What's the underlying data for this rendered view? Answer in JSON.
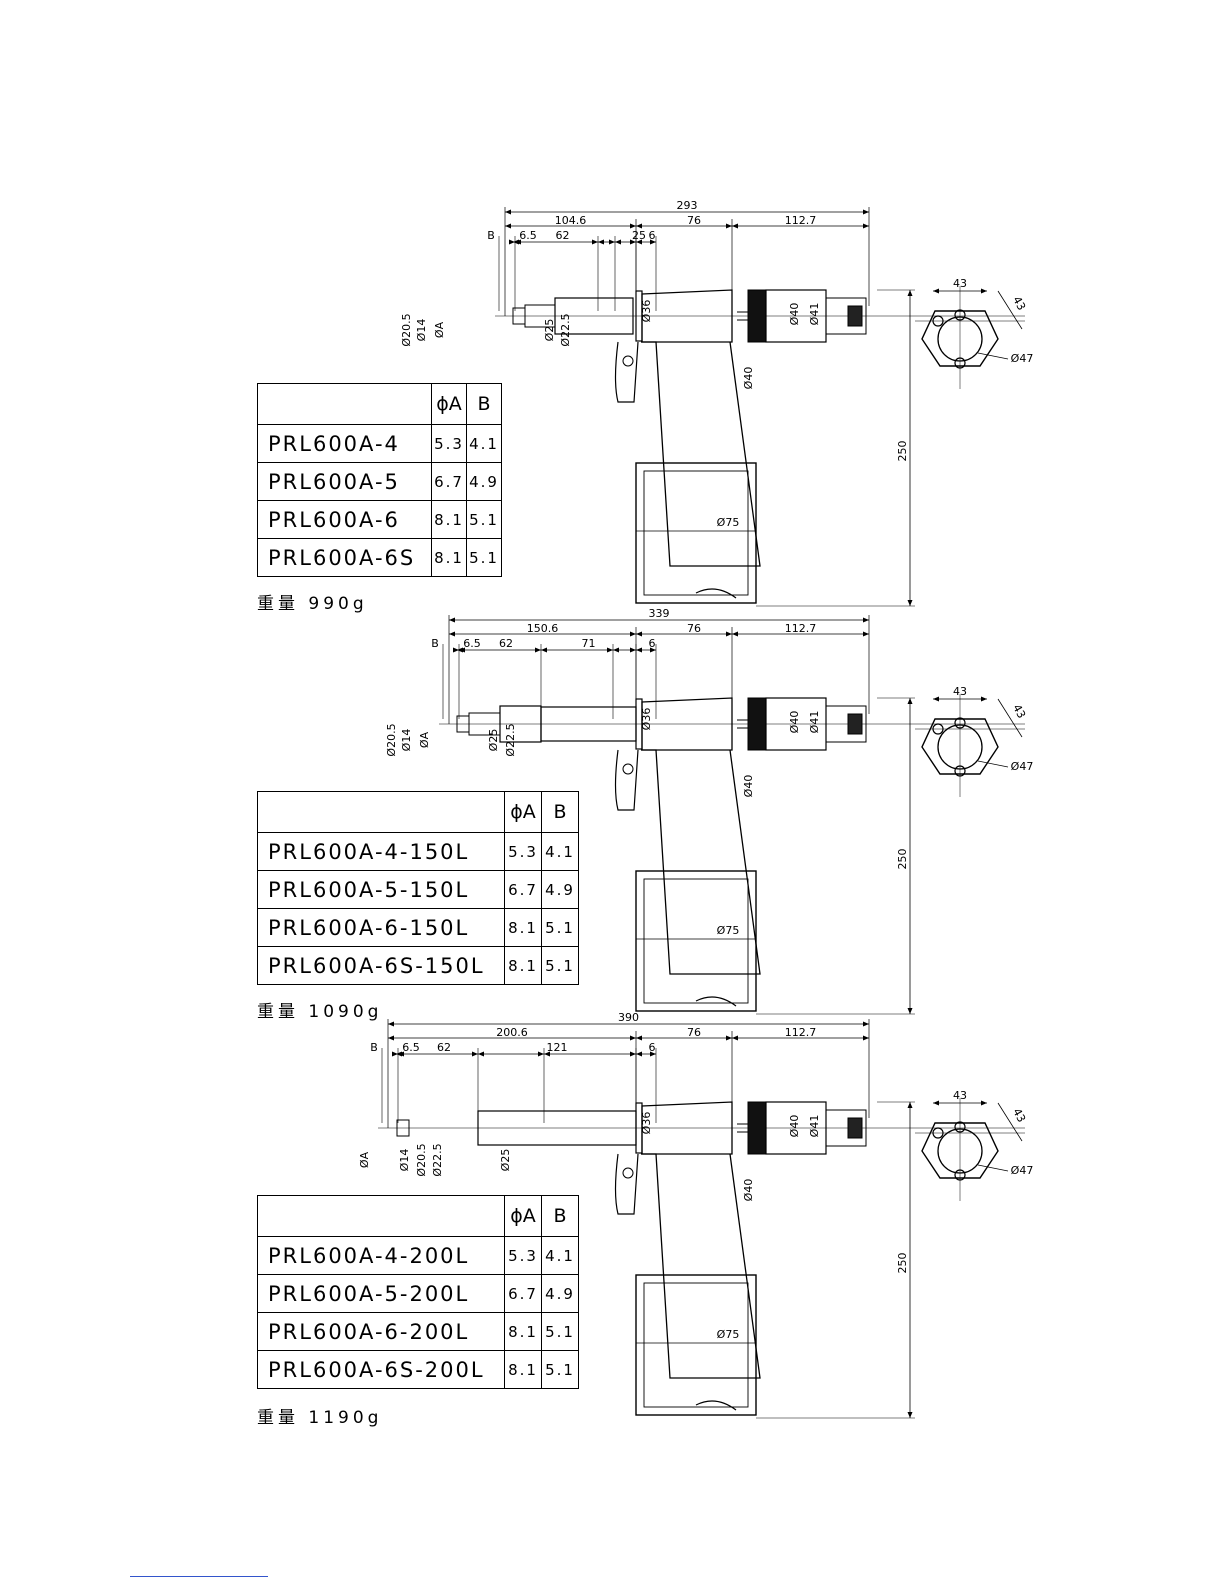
{
  "views": [
    {
      "overall": "293",
      "segments": [
        "104.6",
        "76",
        "112.7"
      ],
      "sub_segments": [
        "B",
        "6.5",
        "62",
        "25",
        "6"
      ],
      "dia_labels": [
        "Ø20.5",
        "Ø14",
        "ØA",
        "Ø25",
        "Ø22.5",
        "Ø36",
        "Ø40",
        "Ø41",
        "Ø40"
      ],
      "grip_dia": "Ø75",
      "height": "250",
      "end_view": {
        "width": "43",
        "diag": "43",
        "dia": "Ø47"
      },
      "table": {
        "header": [
          "ϕA",
          "B"
        ],
        "rows": [
          {
            "model": "PRL600A-4",
            "a": "5.3",
            "b": "4.1"
          },
          {
            "model": "PRL600A-5",
            "a": "6.7",
            "b": "4.9"
          },
          {
            "model": "PRL600A-6",
            "a": "8.1",
            "b": "5.1"
          },
          {
            "model": "PRL600A-6S",
            "a": "8.1",
            "b": "5.1"
          }
        ]
      },
      "weight": "重量 990g"
    },
    {
      "overall": "339",
      "segments": [
        "150.6",
        "76",
        "112.7"
      ],
      "sub_segments": [
        "B",
        "6.5",
        "62",
        "71",
        "6"
      ],
      "dia_labels": [
        "Ø20.5",
        "Ø14",
        "ØA",
        "Ø25",
        "Ø22.5",
        "Ø36",
        "Ø40",
        "Ø41",
        "Ø40"
      ],
      "grip_dia": "Ø75",
      "height": "250",
      "end_view": {
        "width": "43",
        "diag": "43",
        "dia": "Ø47"
      },
      "table": {
        "header": [
          "ϕA",
          "B"
        ],
        "rows": [
          {
            "model": "PRL600A-4-150L",
            "a": "5.3",
            "b": "4.1"
          },
          {
            "model": "PRL600A-5-150L",
            "a": "6.7",
            "b": "4.9"
          },
          {
            "model": "PRL600A-6-150L",
            "a": "8.1",
            "b": "5.1"
          },
          {
            "model": "PRL600A-6S-150L",
            "a": "8.1",
            "b": "5.1"
          }
        ]
      },
      "weight": "重量 1090g"
    },
    {
      "overall": "390",
      "segments": [
        "200.6",
        "76",
        "112.7"
      ],
      "sub_segments": [
        "B",
        "6.5",
        "62",
        "121",
        "6"
      ],
      "dia_labels": [
        "ØA",
        "Ø14",
        "Ø20.5",
        "Ø22.5",
        "Ø25",
        "Ø36",
        "Ø40",
        "Ø41",
        "Ø40"
      ],
      "grip_dia": "Ø75",
      "height": "250",
      "end_view": {
        "width": "43",
        "diag": "43",
        "dia": "Ø47"
      },
      "table": {
        "header": [
          "ϕA",
          "B"
        ],
        "rows": [
          {
            "model": "PRL600A-4-200L",
            "a": "5.3",
            "b": "4.1"
          },
          {
            "model": "PRL600A-5-200L",
            "a": "6.7",
            "b": "4.9"
          },
          {
            "model": "PRL600A-6-200L",
            "a": "8.1",
            "b": "5.1"
          },
          {
            "model": "PRL600A-6S-200L",
            "a": "8.1",
            "b": "5.1"
          }
        ]
      },
      "weight": "重量 1190g"
    }
  ]
}
